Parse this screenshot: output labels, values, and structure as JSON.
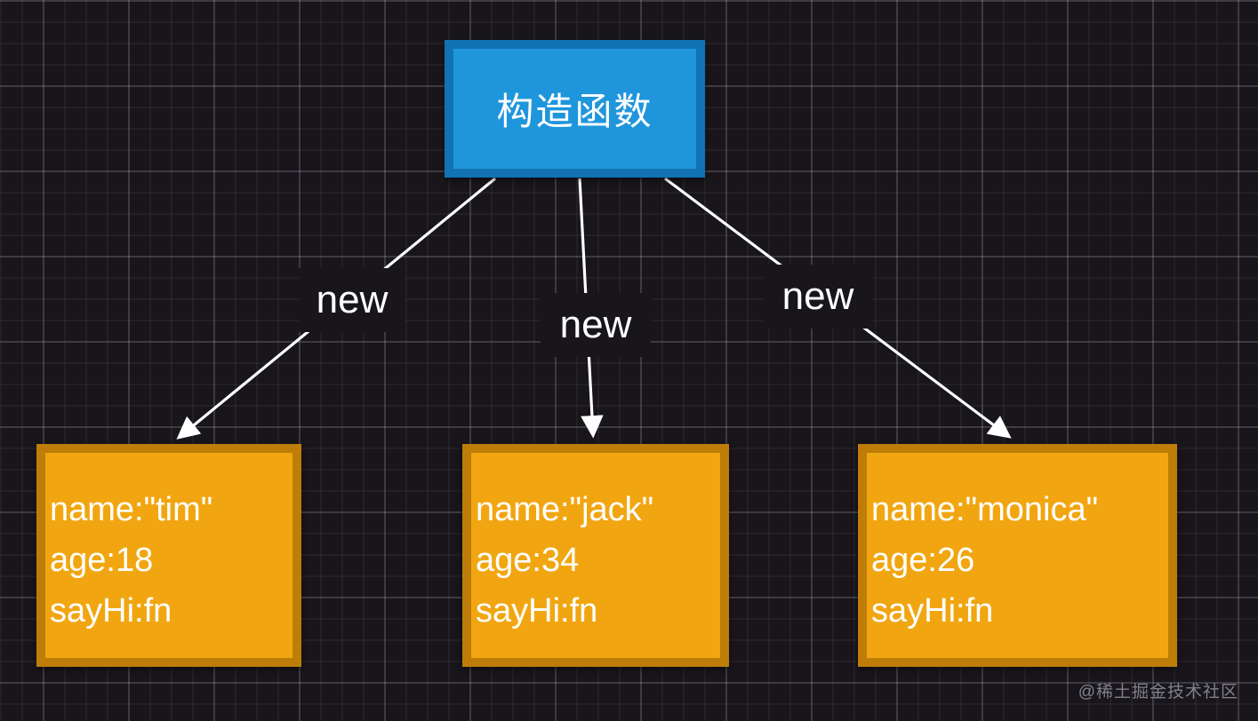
{
  "diagram": {
    "title_node": {
      "label": "构造函数"
    },
    "edges": [
      {
        "label": "new"
      },
      {
        "label": "new"
      },
      {
        "label": "new"
      }
    ],
    "instances": [
      {
        "lines": [
          "name:\"tim\"",
          "age:18",
          "sayHi:fn"
        ]
      },
      {
        "lines": [
          "name:\"jack\"",
          "age:34",
          "sayHi:fn"
        ]
      },
      {
        "lines": [
          "name:\"monica\"",
          "age:26",
          "sayHi:fn"
        ]
      }
    ],
    "colors": {
      "constructor_fill": "#1f96dc",
      "constructor_border": "#1172b4",
      "instance_fill": "#f1a611",
      "instance_border": "#bd7d08",
      "arrow": "#ffffff",
      "background": "#18151b",
      "text": "#ffffff"
    },
    "watermark": "@稀土掘金技术社区"
  }
}
